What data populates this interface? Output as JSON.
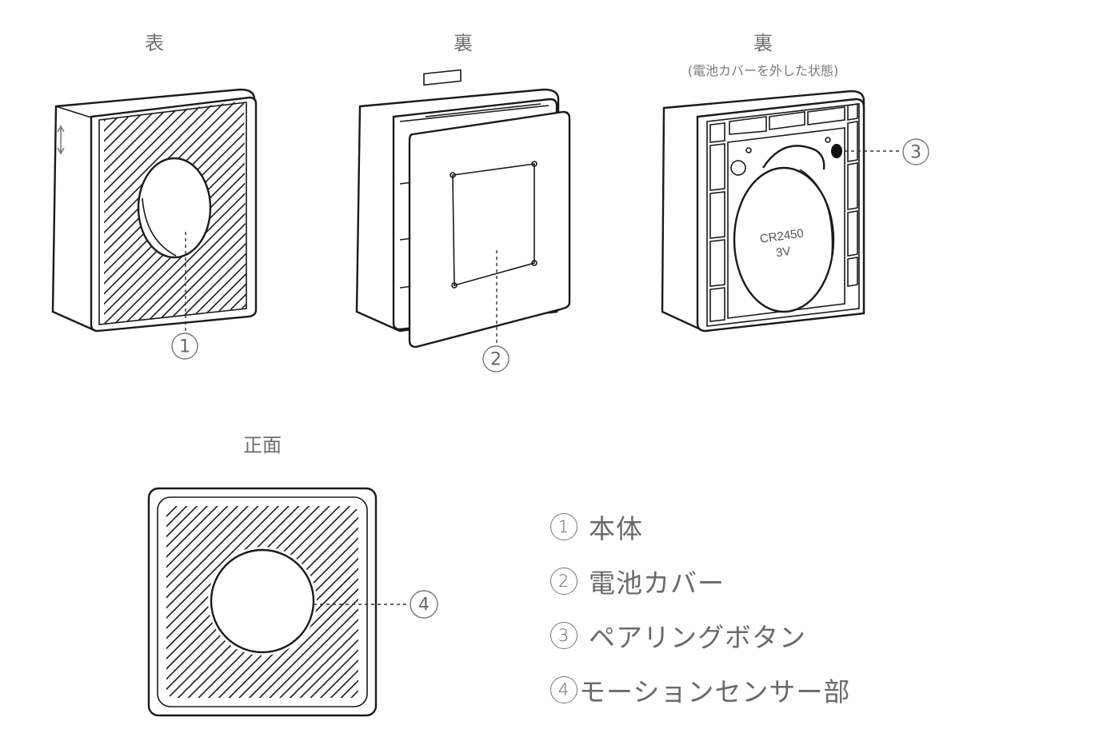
{
  "views": [
    {
      "id": "front-perspective",
      "caption": "表",
      "callout": "1"
    },
    {
      "id": "back-perspective",
      "caption": "裏",
      "callout": "2"
    },
    {
      "id": "back-open",
      "caption": "裏",
      "subcaption": "(電池カバーを外した状態)",
      "callout": "3",
      "battery_label": "CR2450",
      "battery_voltage": "3V"
    },
    {
      "id": "front-view",
      "caption": "正面",
      "callout": "4"
    }
  ],
  "legend": [
    {
      "num": "1",
      "label": "本体"
    },
    {
      "num": "2",
      "label": "電池カバー"
    },
    {
      "num": "3",
      "label": "ペアリングボタン"
    },
    {
      "num": "4",
      "label": "モーションセンサー部"
    }
  ]
}
